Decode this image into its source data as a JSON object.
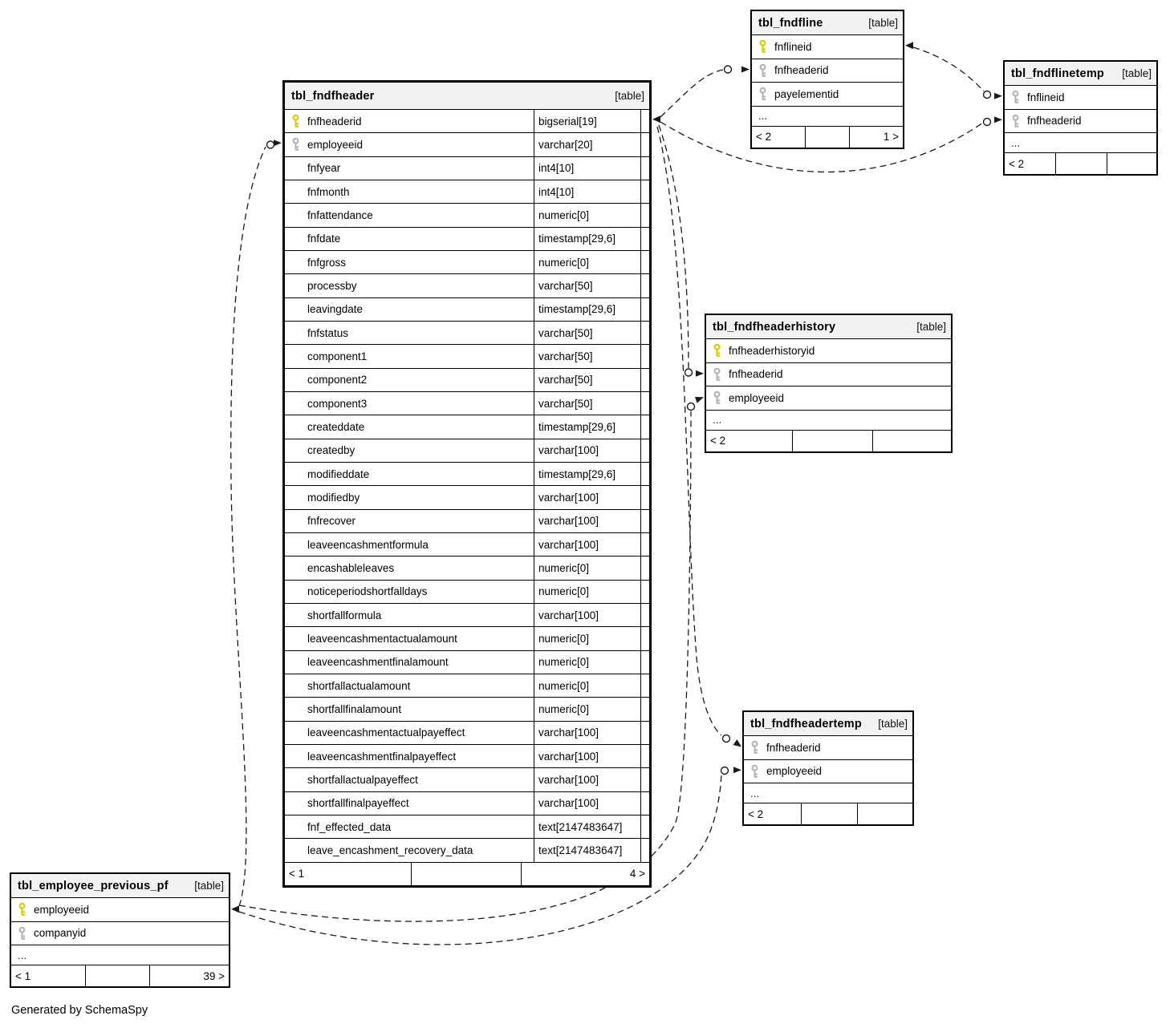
{
  "diagram": {
    "generated_by": "Generated by SchemaSpy",
    "tables": [
      {
        "id": "tbl_fndfheader",
        "title": "tbl_fndfheader",
        "tag": "[table]",
        "columns": [
          {
            "name": "fnfheaderid",
            "type": "bigserial[19]",
            "key": "pk"
          },
          {
            "name": "employeeid",
            "type": "varchar[20]",
            "key": "fk"
          },
          {
            "name": "fnfyear",
            "type": "int4[10]"
          },
          {
            "name": "fnfmonth",
            "type": "int4[10]"
          },
          {
            "name": "fnfattendance",
            "type": "numeric[0]"
          },
          {
            "name": "fnfdate",
            "type": "timestamp[29,6]"
          },
          {
            "name": "fnfgross",
            "type": "numeric[0]"
          },
          {
            "name": "processby",
            "type": "varchar[50]"
          },
          {
            "name": "leavingdate",
            "type": "timestamp[29,6]"
          },
          {
            "name": "fnfstatus",
            "type": "varchar[50]"
          },
          {
            "name": "component1",
            "type": "varchar[50]"
          },
          {
            "name": "component2",
            "type": "varchar[50]"
          },
          {
            "name": "component3",
            "type": "varchar[50]"
          },
          {
            "name": "createddate",
            "type": "timestamp[29,6]"
          },
          {
            "name": "createdby",
            "type": "varchar[100]"
          },
          {
            "name": "modifieddate",
            "type": "timestamp[29,6]"
          },
          {
            "name": "modifiedby",
            "type": "varchar[100]"
          },
          {
            "name": "fnfrecover",
            "type": "varchar[100]"
          },
          {
            "name": "leaveencashmentformula",
            "type": "varchar[100]"
          },
          {
            "name": "encashableleaves",
            "type": "numeric[0]"
          },
          {
            "name": "noticeperiodshortfalldays",
            "type": "numeric[0]"
          },
          {
            "name": "shortfallformula",
            "type": "varchar[100]"
          },
          {
            "name": "leaveencashmentactualamount",
            "type": "numeric[0]"
          },
          {
            "name": "leaveencashmentfinalamount",
            "type": "numeric[0]"
          },
          {
            "name": "shortfallactualamount",
            "type": "numeric[0]"
          },
          {
            "name": "shortfallfinalamount",
            "type": "numeric[0]"
          },
          {
            "name": "leaveencashmentactualpayeffect",
            "type": "varchar[100]"
          },
          {
            "name": "leaveencashmentfinalpayeffect",
            "type": "varchar[100]"
          },
          {
            "name": "shortfallactualpayeffect",
            "type": "varchar[100]"
          },
          {
            "name": "shortfallfinalpayeffect",
            "type": "varchar[100]"
          },
          {
            "name": "fnf_effected_data",
            "type": "text[2147483647]"
          },
          {
            "name": "leave_encashment_recovery_data",
            "type": "text[2147483647]"
          }
        ],
        "footer": {
          "left": "< 1",
          "mid": "",
          "right": "4 >"
        }
      },
      {
        "id": "tbl_fndfline",
        "title": "tbl_fndfline",
        "tag": "[table]",
        "columns": [
          {
            "name": "fnflineid",
            "key": "pk"
          },
          {
            "name": "fnfheaderid",
            "key": "fk"
          },
          {
            "name": "payelementid",
            "key": "fk"
          },
          {
            "name": "...",
            "ellipsis": true
          }
        ],
        "footer": {
          "left": "< 2",
          "mid": "",
          "right": "1 >"
        }
      },
      {
        "id": "tbl_fndflinetemp",
        "title": "tbl_fndflinetemp",
        "tag": "[table]",
        "columns": [
          {
            "name": "fnflineid",
            "key": "fk"
          },
          {
            "name": "fnfheaderid",
            "key": "fk"
          },
          {
            "name": "...",
            "ellipsis": true
          }
        ],
        "footer": {
          "left": "< 2",
          "mid": "",
          "right": ""
        }
      },
      {
        "id": "tbl_fndfheaderhistory",
        "title": "tbl_fndfheaderhistory",
        "tag": "[table]",
        "columns": [
          {
            "name": "fnfheaderhistoryid",
            "key": "pk"
          },
          {
            "name": "fnfheaderid",
            "key": "fk"
          },
          {
            "name": "employeeid",
            "key": "fk"
          },
          {
            "name": "...",
            "ellipsis": true
          }
        ],
        "footer": {
          "left": "< 2",
          "mid": "",
          "right": ""
        }
      },
      {
        "id": "tbl_fndfheadertemp",
        "title": "tbl_fndfheadertemp",
        "tag": "[table]",
        "columns": [
          {
            "name": "fnfheaderid",
            "key": "fk"
          },
          {
            "name": "employeeid",
            "key": "fk"
          },
          {
            "name": "...",
            "ellipsis": true
          }
        ],
        "footer": {
          "left": "< 2",
          "mid": "",
          "right": ""
        }
      },
      {
        "id": "tbl_employee_previous_pf",
        "title": "tbl_employee_previous_pf",
        "tag": "[table]",
        "columns": [
          {
            "name": "employeeid",
            "key": "pk"
          },
          {
            "name": "companyid",
            "key": "fk"
          },
          {
            "name": "...",
            "ellipsis": true
          }
        ],
        "footer": {
          "left": "< 1",
          "mid": "",
          "right": "39 >"
        }
      }
    ],
    "relationships": [
      {
        "parent": "tbl_fndfheader.fnfheaderid",
        "child": "tbl_fndfline.fnfheaderid"
      },
      {
        "parent": "tbl_fndfheader.fnfheaderid",
        "child": "tbl_fndflinetemp.fnfheaderid"
      },
      {
        "parent": "tbl_fndfline.fnflineid",
        "child": "tbl_fndflinetemp.fnflineid"
      },
      {
        "parent": "tbl_fndfheader.fnfheaderid",
        "child": "tbl_fndfheaderhistory.fnfheaderid"
      },
      {
        "parent": "tbl_fndfheader.fnfheaderid",
        "child": "tbl_fndfheadertemp.fnfheaderid"
      },
      {
        "parent": "tbl_employee_previous_pf.employeeid",
        "child": "tbl_fndfheader.employeeid"
      },
      {
        "parent": "tbl_employee_previous_pf.employeeid",
        "child": "tbl_fndfheaderhistory.employeeid"
      },
      {
        "parent": "tbl_employee_previous_pf.employeeid",
        "child": "tbl_fndfheadertemp.employeeid"
      }
    ],
    "colors": {
      "pk_key": "#d8cb00",
      "fk_key": "#b3b3b3",
      "header_bg": "#f2f2f2",
      "line": "#1a1a1a"
    }
  }
}
